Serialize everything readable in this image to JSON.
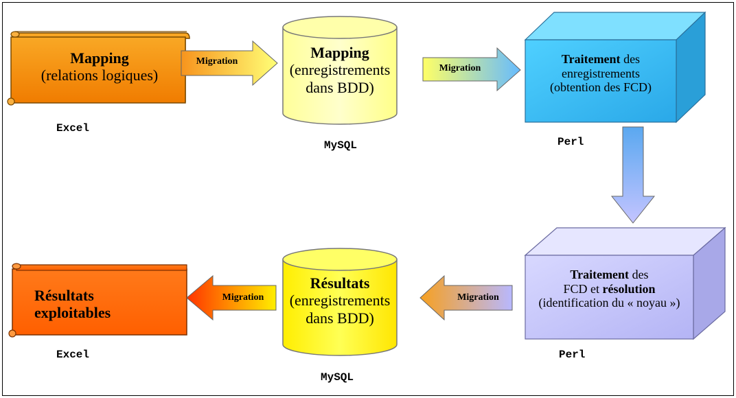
{
  "colors": {
    "scroll_top": "#f7941d",
    "scroll_bottom": "#ff6f0f",
    "cyl_top": "#ffff99",
    "cyl_bottom": "#ffff00",
    "box_top": "#33ccff",
    "box_bottom": "#c8c8ff",
    "arrow_orange": "#f7941d",
    "arrow_yellow": "#ffff66",
    "arrow_blue": "#9999ff"
  },
  "top_row": {
    "excel": {
      "title": "Mapping",
      "subtitle": "(relations logiques)",
      "tool": "Excel"
    },
    "arrow1_label": "Migration",
    "mysql": {
      "title": "Mapping",
      "line1": "(enregistrements",
      "line2": "dans BDD)",
      "tool": "MySQL"
    },
    "arrow2_label": "Migration",
    "perl": {
      "title_bold": "Traitement",
      "title_rest": " des",
      "line2": "enregistrements",
      "line3": "(obtention des FCD)",
      "tool": "Perl"
    }
  },
  "bottom_row": {
    "perl": {
      "title_bold": "Traitement",
      "title_rest": " des",
      "line2_plain": "FCD et ",
      "line2_bold": "résolution",
      "line3": "(identification du « noyau »)",
      "tool": "Perl"
    },
    "arrow3_label": "Migration",
    "mysql": {
      "title": "Résultats",
      "line1": "(enregistrements",
      "line2": "dans BDD)",
      "tool": "MySQL"
    },
    "arrow4_label": "Migration",
    "excel": {
      "line1": "Résultats",
      "line2": "exploitables",
      "tool": "Excel"
    }
  }
}
